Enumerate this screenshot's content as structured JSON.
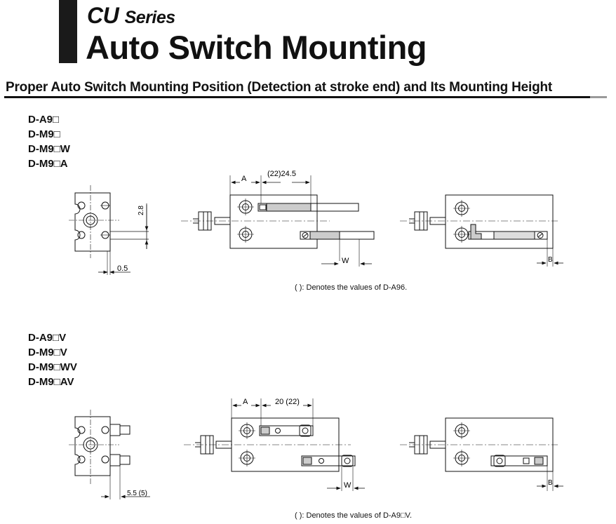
{
  "header": {
    "series_code": "CU",
    "series_word": "Series",
    "title": "Auto Switch Mounting"
  },
  "subheading": "Proper Auto Switch Mounting Position (Detection at stroke end) and Its Mounting Height",
  "section1": {
    "models": [
      "D-A9□",
      "D-M9□",
      "D-M9□W",
      "D-M9□A"
    ],
    "dims": {
      "a": "A",
      "ab": "(22)24.5",
      "h": "2.8",
      "side": "0.5",
      "w": "W",
      "b": "B"
    },
    "note": "( ): Denotes the values of D-A96."
  },
  "section2": {
    "models": [
      "D-A9□V",
      "D-M9□V",
      "D-M9□WV",
      "D-M9□AV"
    ],
    "dims": {
      "a": "A",
      "ab": "20 (22)",
      "side": "5.5 (5)",
      "w": "W",
      "b": "B"
    },
    "note": "( ): Denotes the values of D-A9□V."
  }
}
